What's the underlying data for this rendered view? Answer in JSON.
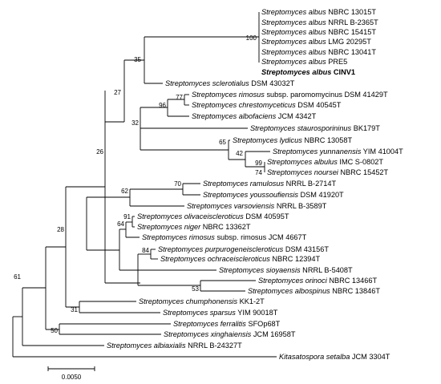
{
  "tree": {
    "leaves": [
      {
        "species": "Streptomyces albus",
        "strain": "NBRC 13015T"
      },
      {
        "species": "Streptomyces albus",
        "strain": "NRRL B-2365T"
      },
      {
        "species": "Streptomyces albus",
        "strain": "NBRC 15415T"
      },
      {
        "species": "Streptomyces albus",
        "strain": "LMG 20295T"
      },
      {
        "species": "Streptomyces albus",
        "strain": "NBRC 13041T"
      },
      {
        "species": "Streptomyces albus",
        "strain": "PRE5",
        "color": "#1a5c1a"
      },
      {
        "species": "Streptomyces albus",
        "strain": "CINV1",
        "color": "#cc0000",
        "bold": true
      },
      {
        "species": "Streptomyces sclerotialus",
        "strain": "DSM 43032T"
      },
      {
        "species": "Streptomyces rimosus",
        "strain": "subsp. paromomycinus DSM 41429T"
      },
      {
        "species": "Streptomyces chrestomyceticus",
        "strain": "DSM 40545T"
      },
      {
        "species": "Streptomyces albofaciens",
        "strain": "JCM 4342T"
      },
      {
        "species": "Streptomyces staurosporininus",
        "strain": "BK179T"
      },
      {
        "species": "Streptomyces lydicus",
        "strain": "NBRC 13058T"
      },
      {
        "species": "Streptomyces yunnanensis",
        "strain": "YIM 41004T"
      },
      {
        "species": "Streptomyces albulus",
        "strain": "IMC S-0802T"
      },
      {
        "species": "Streptomyces noursei",
        "strain": "NBRC 15452T"
      },
      {
        "species": "Streptomyces ramulosus",
        "strain": "NRRL B-2714T"
      },
      {
        "species": "Streptomyces youssoufiensis",
        "strain": "DSM 41920T"
      },
      {
        "species": "Streptomyces varsoviensis",
        "strain": "NRRL B-3589T"
      },
      {
        "species": "Streptomyces olivaceiscleroticus",
        "strain": "DSM 40595T"
      },
      {
        "species": "Streptomyces niger",
        "strain": "NBRC 13362T"
      },
      {
        "species": "Streptomyces rimosus",
        "strain": "subsp. rimosus JCM 4667T"
      },
      {
        "species": "Streptomyces purpurogeneiscleroticus",
        "strain": "DSM 43156T"
      },
      {
        "species": "Streptomyces ochraceiscleroticus",
        "strain": "NBRC 12394T"
      },
      {
        "species": "Streptomyces sioyaensis",
        "strain": "NRRL B-5408T"
      },
      {
        "species": "Streptomyces orinoci",
        "strain": "NBRC 13466T"
      },
      {
        "species": "Streptomyces albospinus",
        "strain": "NBRC 13846T"
      },
      {
        "species": "Streptomyces chumphonensis",
        "strain": "KK1-2T"
      },
      {
        "species": "Streptomyces sparsus",
        "strain": "YIM 90018T"
      },
      {
        "species": "Streptomyces ferralitis",
        "strain": "SFOp68T"
      },
      {
        "species": "Streptomyces xinghaiensis",
        "strain": "JCM 16958T"
      },
      {
        "species": "Streptomyces albiaxialis",
        "strain": "NRRL B-24327T"
      },
      {
        "species": "Kitasatospora setalba",
        "strain": "JCM 3304T"
      }
    ],
    "bootstrap": [
      "100",
      "35",
      "27",
      "77",
      "96",
      "32",
      "65",
      "42",
      "99",
      "74",
      "26",
      "70",
      "62",
      "91",
      "64",
      "84",
      "53",
      "28",
      "31",
      "50",
      "61"
    ],
    "scale_label": "0.0050"
  },
  "colors": {
    "highlight": "#cc0000",
    "secondary": "#1a5c1a",
    "line": "#000000"
  }
}
